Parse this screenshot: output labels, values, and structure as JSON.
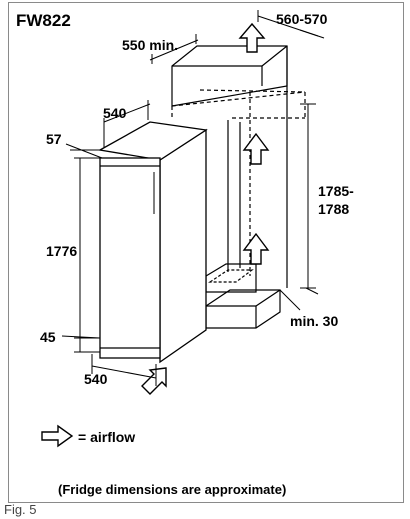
{
  "title": "FW822",
  "dimensions": {
    "niche_depth": "560-570",
    "top_min": "550 min.",
    "appliance_width_top": "540",
    "door_offset": "57",
    "appliance_height": "1776",
    "niche_height_line1": "1785-",
    "niche_height_line2": "1788",
    "plinth_height": "45",
    "appliance_width_bottom": "540",
    "bottom_min": "min. 30"
  },
  "legend": {
    "airflow_label": "= airflow"
  },
  "note": "(Fridge dimensions are approximate)",
  "figure_caption": "Fig. 5",
  "colors": {
    "line": "#000000",
    "frame": "#8a8a8a"
  },
  "icons": [
    "airflow-arrow-icon"
  ]
}
